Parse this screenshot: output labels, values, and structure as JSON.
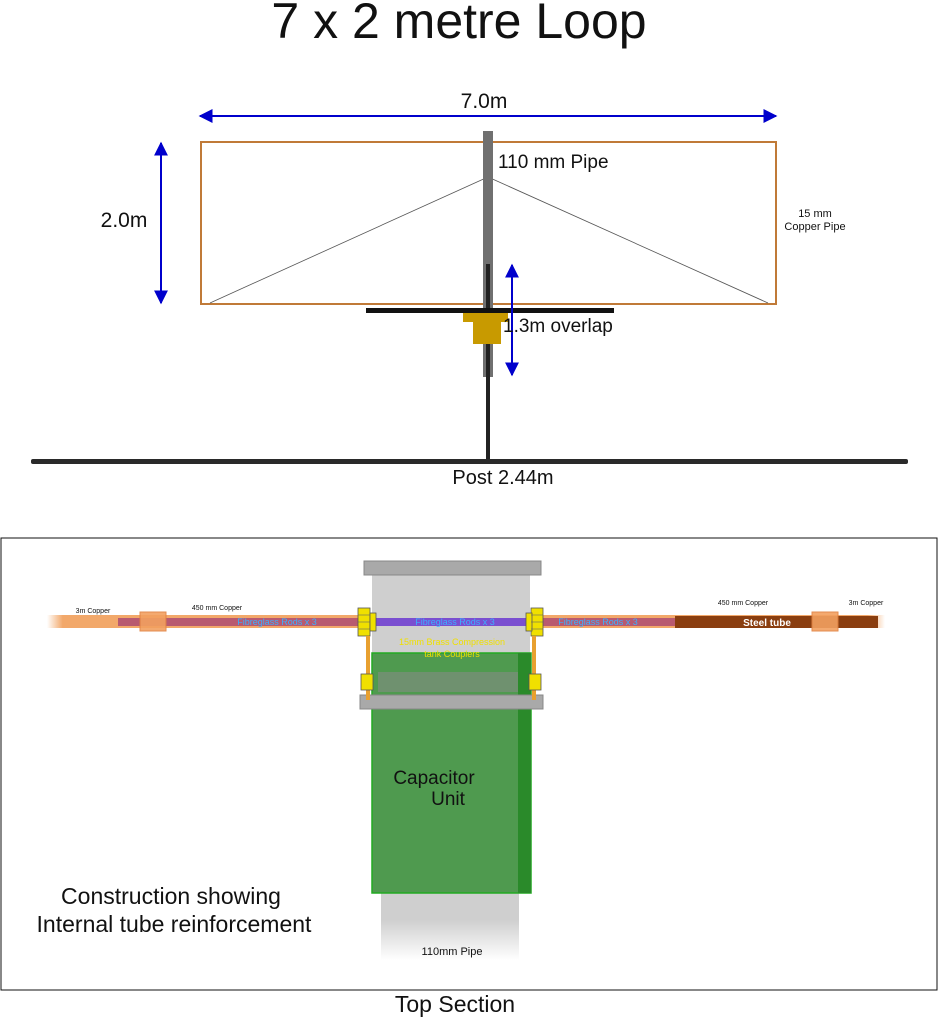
{
  "title": "7 x 2 metre Loop",
  "upper": {
    "width_label": "7.0m",
    "height_label": "2.0m",
    "pipe_label": "110 mm Pipe",
    "copper_label_line1": "15 mm",
    "copper_label_line2": "Copper Pipe",
    "overlap_label": "1.3m overlap",
    "post_label": "Post 2.44m"
  },
  "lower": {
    "copper_left": "3m Copper",
    "copper_450_left": "450 mm Copper",
    "fibreglass_left": "Fibreglass Rods x 3",
    "fibreglass_center": "Fibreglass Rods x 3",
    "fibreglass_right": "Fibreglass Rods x 3",
    "copper_450_right": "450 mm Copper",
    "copper_right": "3m Copper",
    "steel_tube": "Steel tube",
    "coupler_line1": "15mm Brass Compression",
    "coupler_line2": "tank Couplers",
    "capacitor_line1": "Capacitor",
    "capacitor_line2": "Unit",
    "construction_line1": "Construction showing",
    "construction_line2": "Internal tube reinforcement",
    "pipe_label": "110mm Pipe",
    "section_caption": "Top Section"
  },
  "colors": {
    "dimension_arrow": "#0000cc",
    "copper_loop": "#c07a38",
    "pipe_grey": "#707070",
    "brass": "#c89a00",
    "capacitor_green": "#2e9a2e",
    "fibreglass_blue": "#3ab0ff",
    "coupler_yellow": "#f0e000"
  }
}
